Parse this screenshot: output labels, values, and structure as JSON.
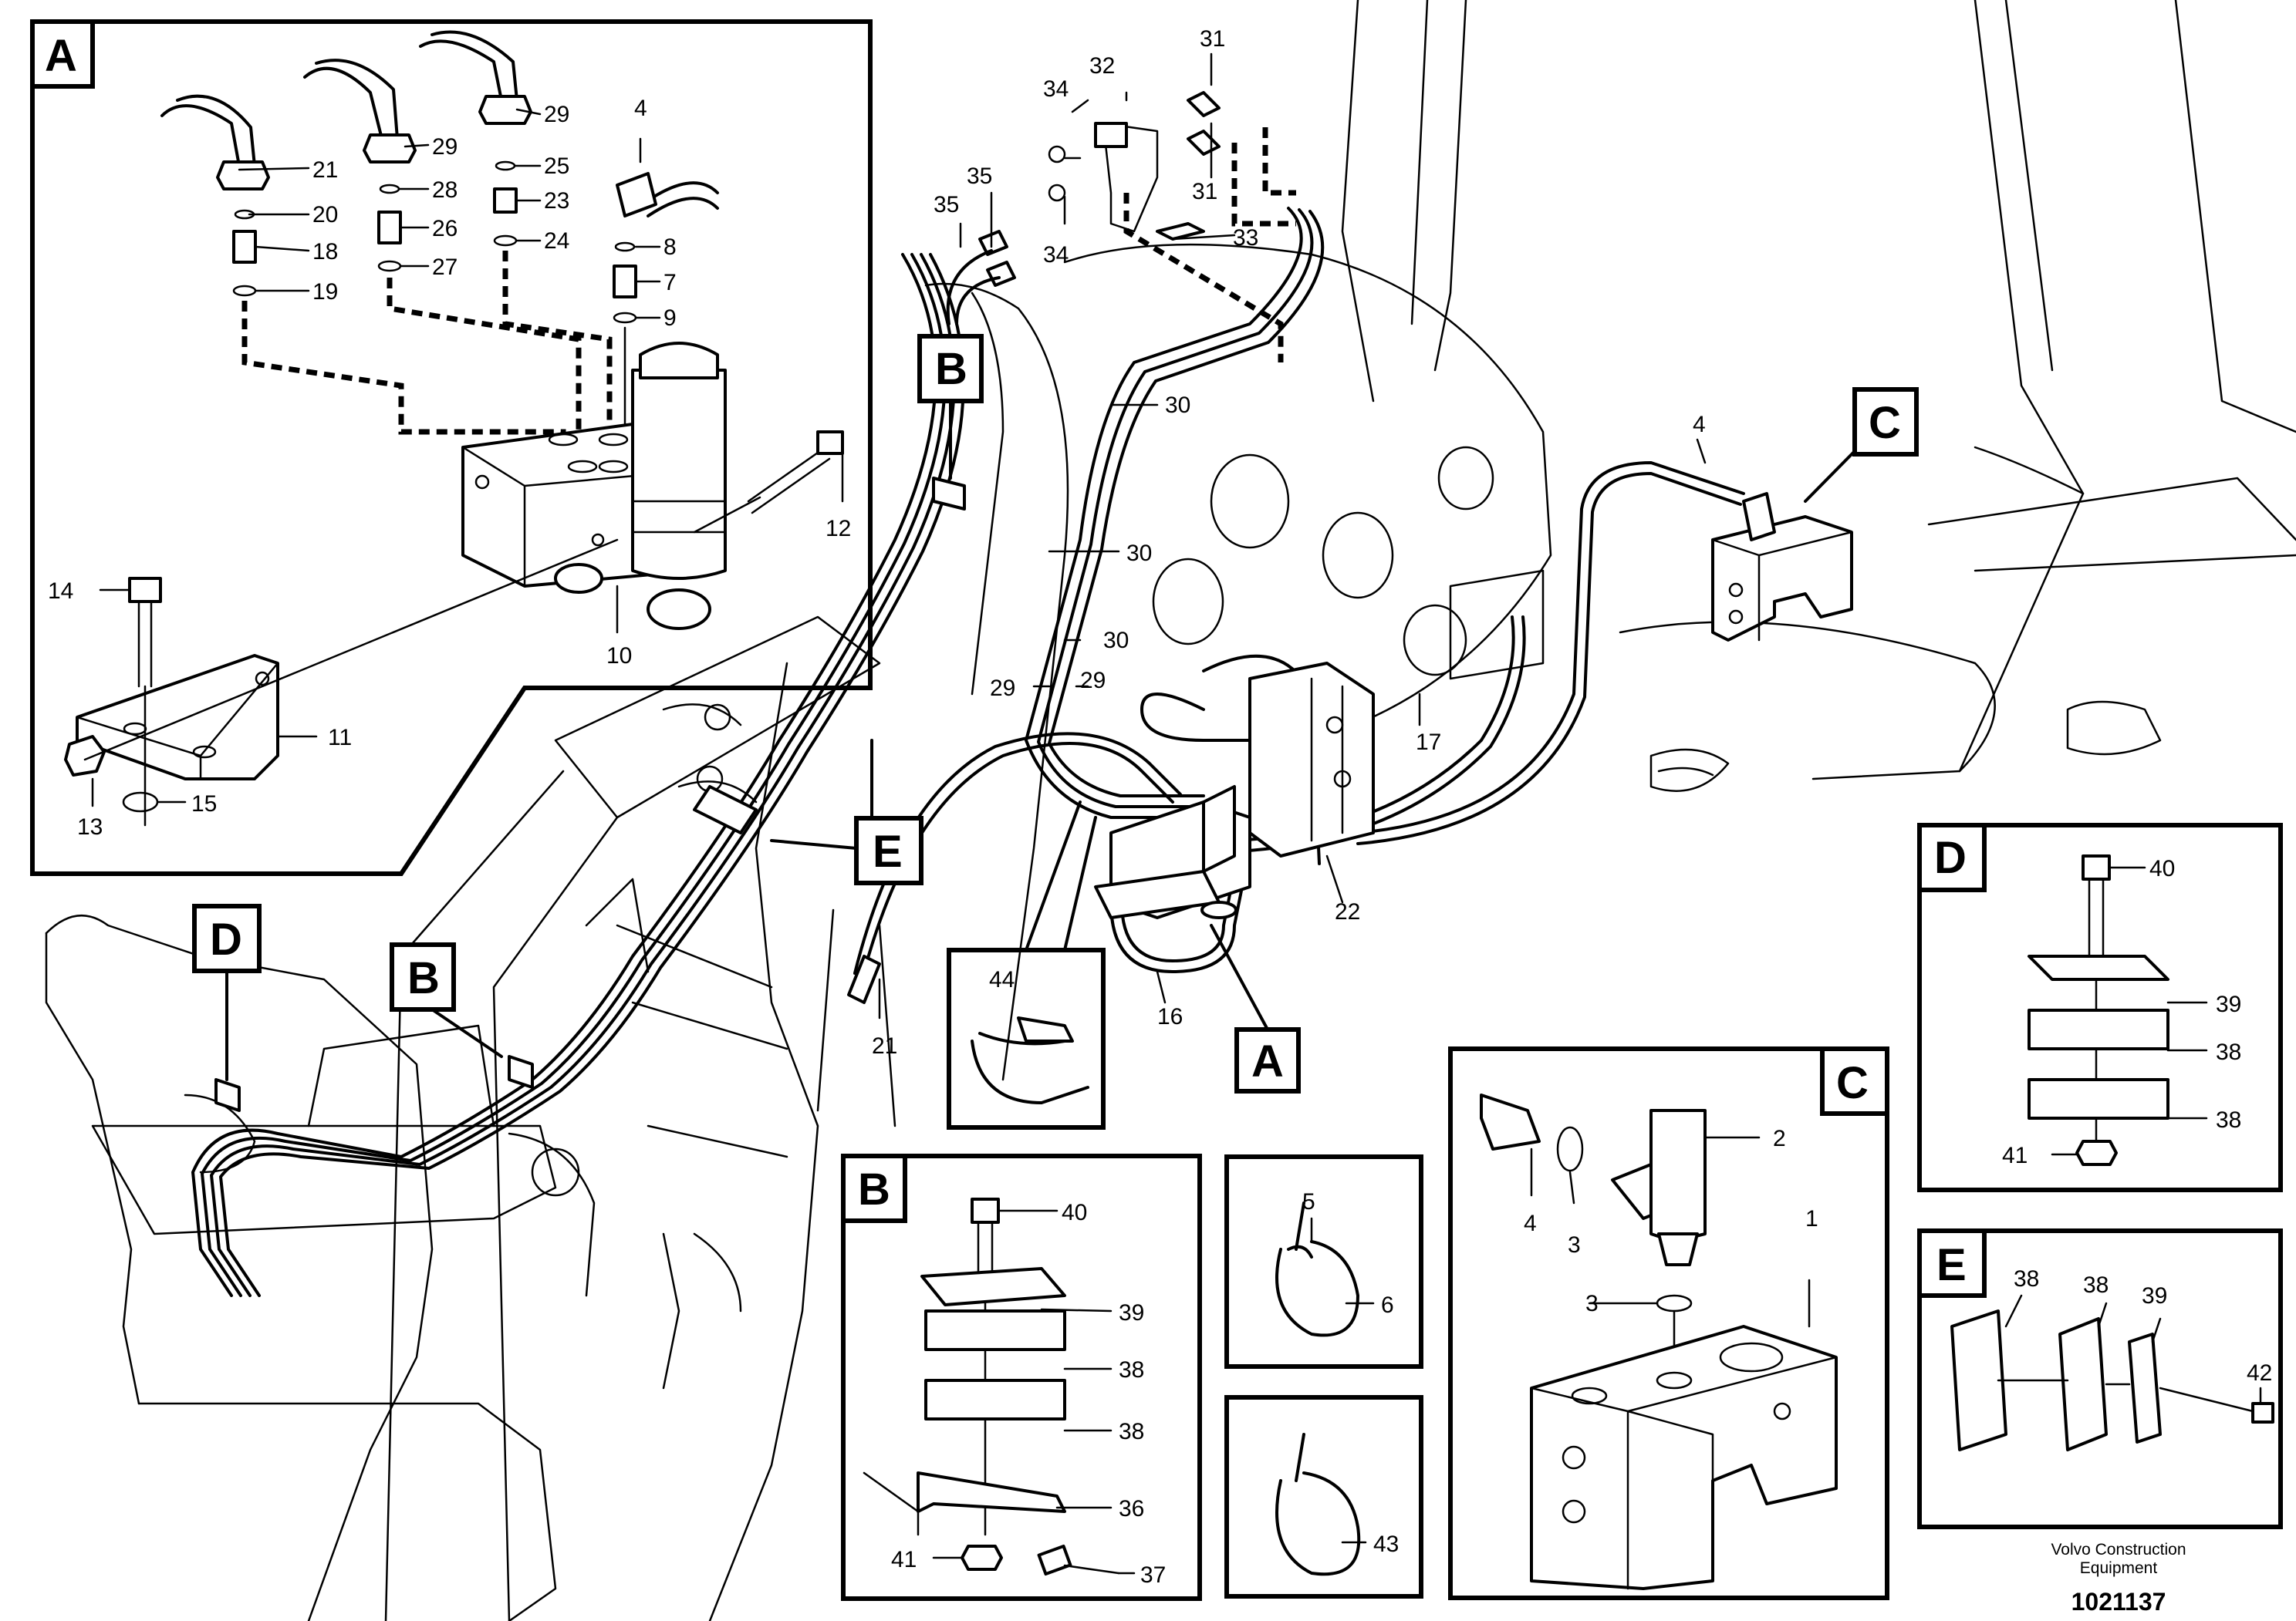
{
  "view_tags": {
    "a": "A",
    "b": "B",
    "c": "C",
    "d": "D",
    "e": "E"
  },
  "parts": {
    "p2": "2",
    "p1": "1",
    "p3": "3",
    "p4": "4",
    "p5": "5",
    "p6": "6",
    "p7": "7",
    "p8": "8",
    "p9": "9",
    "p10": "10",
    "p11": "11",
    "p12": "12",
    "p13": "13",
    "p14": "14",
    "p15": "15",
    "p16": "16",
    "p17": "17",
    "p18": "18",
    "p19": "19",
    "p20": "20",
    "p21": "21",
    "p22": "22",
    "p23": "23",
    "p24": "24",
    "p25": "25",
    "p26": "26",
    "p27": "27",
    "p28": "28",
    "p29": "29",
    "p30": "30",
    "p31": "31",
    "p32": "32",
    "p33": "33",
    "p34": "34",
    "p35": "35",
    "p36": "36",
    "p37": "37",
    "p38": "38",
    "p39": "39",
    "p40": "40",
    "p41": "41",
    "p42": "42",
    "p43": "43",
    "p44": "44"
  },
  "footer": {
    "brand_line1": "Volvo Construction",
    "brand_line2": "Equipment",
    "drawing_number": "1021137"
  }
}
